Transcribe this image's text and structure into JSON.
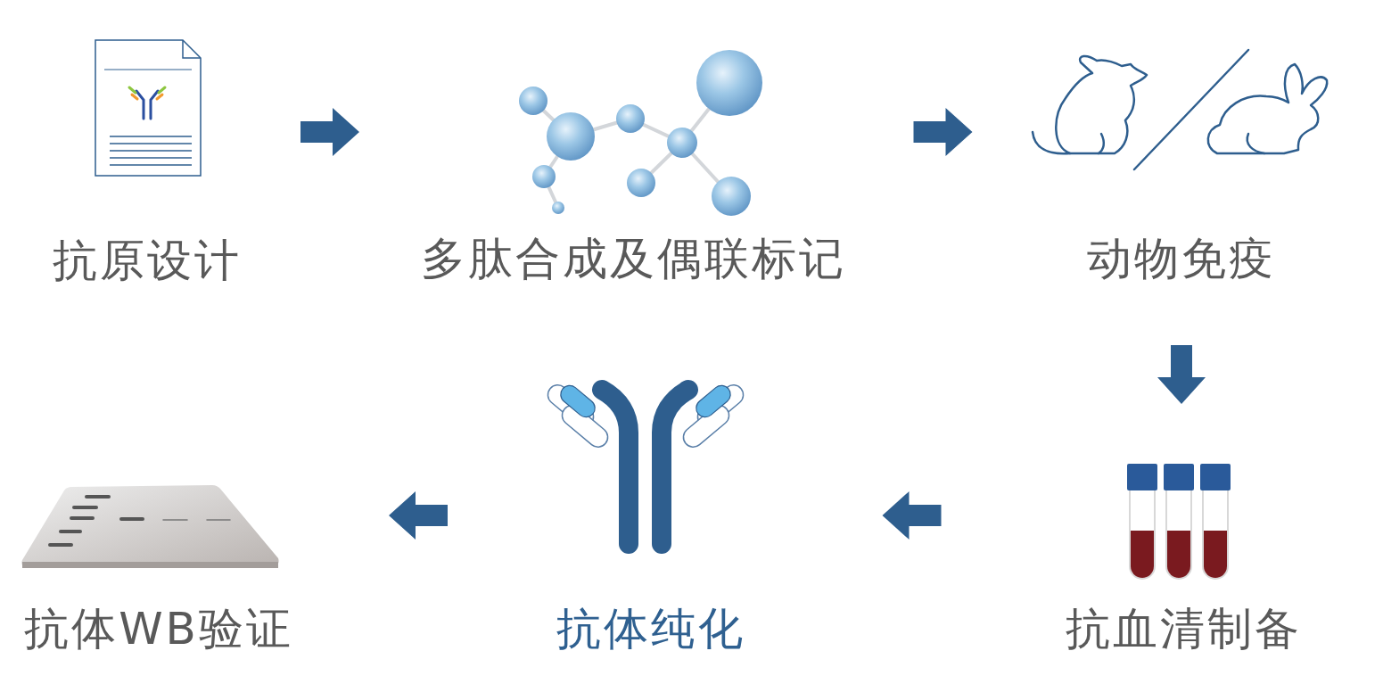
{
  "diagram": {
    "nodes": [
      {
        "text": [
          "抗原设计"
        ]
      },
      {
        "text": [
          "多肽合成及偶联标记"
        ]
      },
      {
        "text": [
          "动物免疫"
        ]
      },
      {
        "text": [
          "抗血清制备"
        ]
      },
      {
        "text": [
          "抗体纯化"
        ]
      },
      {
        "text": [
          "抗体WB验证"
        ]
      }
    ],
    "edges": [
      {
        "from": 0,
        "to": 1,
        "arrow": "to"
      },
      {
        "from": 1,
        "to": 2,
        "arrow": "to"
      },
      {
        "from": 2,
        "to": 3,
        "arrow": "to"
      },
      {
        "from": 3,
        "to": 4,
        "arrow": "to"
      },
      {
        "from": 4,
        "to": 5,
        "arrow": "to"
      }
    ]
  }
}
